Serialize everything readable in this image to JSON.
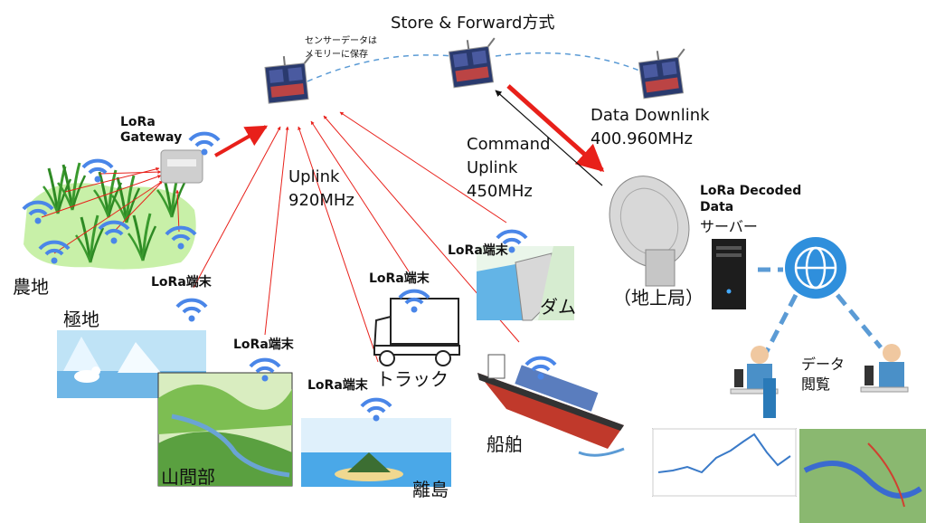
{
  "title": "Store & Forward方式",
  "note": [
    "センサーデータは",
    "メモリーに保存"
  ],
  "downlink": [
    "Data Downlink",
    "400.960MHz"
  ],
  "command": [
    "Command",
    "Uplink",
    "450MHz"
  ],
  "uplink": [
    "Uplink",
    "920MHz"
  ],
  "gateway": [
    "LoRa",
    "Gateway"
  ],
  "terminal": "LoRa端末",
  "server": [
    "LoRa Decoded",
    "Data",
    "サーバー"
  ],
  "ground_station": "（地上局）",
  "viewing": [
    "データ",
    "閲覧"
  ],
  "places": {
    "farm": "農地",
    "polar": "極地",
    "mountain": "山間部",
    "island": "離島",
    "truck": "トラック",
    "dam": "ダム",
    "ship": "船舶"
  },
  "colors": {
    "uplink_arrow": "#e8201a",
    "link_dashed": "#5b9bd5",
    "wifi": "#4a86e8",
    "globe": "#2f8fdc"
  },
  "icons": [
    "satellite-icon",
    "wifi-icon",
    "gateway-icon",
    "dish-antenna-icon",
    "server-icon",
    "globe-icon",
    "user-icon",
    "truck-icon",
    "ship-icon"
  ]
}
